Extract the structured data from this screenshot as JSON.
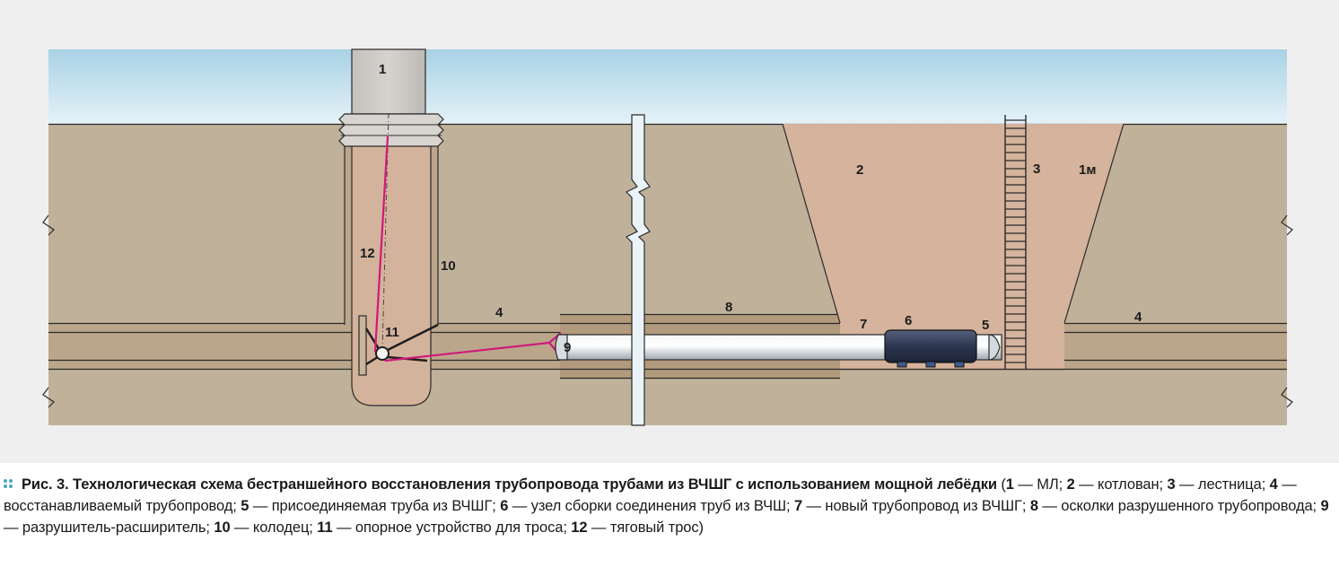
{
  "diagram": {
    "labels": {
      "l1": "1",
      "l2": "2",
      "l3": "3",
      "l1m": "1м",
      "l4a": "4",
      "l4b": "4",
      "l5": "5",
      "l6": "6",
      "l7": "7",
      "l8": "8",
      "l9": "9",
      "l10": "10",
      "l11": "11",
      "l12": "12"
    },
    "colors": {
      "sky_top": "#a9d3e6",
      "sky_bottom": "#e3f1f8",
      "soil": "#c0b19b",
      "excavation": "#d4b39d",
      "pipe_band": "#bfa98d",
      "outline": "#2a2a2a",
      "cable": "#d1197a",
      "machine": "#2f3b55"
    }
  },
  "caption": {
    "fig_label": "Рис. 3.",
    "title": "Технологическая схема бестраншейного восстановления трубопровода трубами из ВЧШГ с использованием мощной лебёдки",
    "open": " (",
    "items": [
      {
        "num": "1",
        "text": " — МЛ; "
      },
      {
        "num": "2",
        "text": " — котлован; "
      },
      {
        "num": "3",
        "text": " — лестница; "
      },
      {
        "num": "4",
        "text": " — восстанавливаемый трубопровод; "
      },
      {
        "num": "5",
        "text": " — присоединяемая труба из ВЧШГ; "
      },
      {
        "num": "6",
        "text": " — узел сборки соединения труб из ВЧШ; "
      },
      {
        "num": "7",
        "text": " — новый трубопровод из ВЧШГ; "
      },
      {
        "num": "8",
        "text": " — осколки разрушенного трубопровода; "
      },
      {
        "num": "9",
        "text": " — разрушитель-расширитель; "
      },
      {
        "num": "10",
        "text": " — колодец; "
      },
      {
        "num": "11",
        "text": " — опорное устрой­ство для троса; "
      },
      {
        "num": "12",
        "text": " — тяговый трос)"
      }
    ]
  }
}
